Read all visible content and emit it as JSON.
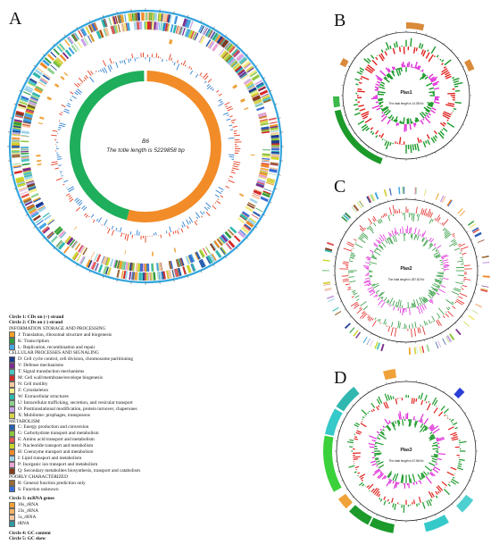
{
  "panels": {
    "A": {
      "letter": "A",
      "name": "B6",
      "length_text": "The totle length is 5229858 bp"
    },
    "B": {
      "letter": "B",
      "name": "Plas1",
      "length_text": "The total length is 14.58 Kb"
    },
    "C": {
      "letter": "C",
      "name": "Plas2",
      "length_text": "The total length is 287.82 Kb"
    },
    "D": {
      "letter": "D",
      "name": "Plas3",
      "length_text": "The total length is 67.86 Kb"
    }
  },
  "legend": {
    "circle1": "Circle 1: CDs on (+) strand",
    "circle2": "Circle 2: CDs on (-) strand",
    "group_info": "INFORMATION STORAGE AND PROCESSING",
    "info_items": [
      {
        "label": "J: Translation, ribosomal structure and biogenesis",
        "color": "#f2a12b"
      },
      {
        "label": "K: Transcription",
        "color": "#2f9c3e"
      },
      {
        "label": "L: Replication, recombination and repair",
        "color": "#45a6e0"
      }
    ],
    "group_cell": "CELLULAR PROCESSES AND SIGNALING",
    "cell_items": [
      {
        "label": "D: Cell cycle control, cell division, chromosome partitioning",
        "color": "#1e3d8f"
      },
      {
        "label": "V: Defense mechanisms",
        "color": "#7b2c8c"
      },
      {
        "label": "T: Signal transduction mechanisms",
        "color": "#4fc4c4"
      },
      {
        "label": "M: Cell wall/membrane/envelope biogenesis",
        "color": "#d42a2a"
      },
      {
        "label": "N: Cell motility",
        "color": "#f6c7a0"
      },
      {
        "label": "Z: Cytoskeleton",
        "color": "#f3ec8a"
      },
      {
        "label": "W: Extracellular structures",
        "color": "#2fb7b0"
      },
      {
        "label": "U: Intracellular trafficking, secretion, and vesicular transport",
        "color": "#8fd18f"
      },
      {
        "label": "O: Posttranslational modification, protein turnover, chaperones",
        "color": "#c8a2e6"
      },
      {
        "label": "X: Mobilome: prophages, transposons",
        "color": "#d9d24a"
      }
    ],
    "group_metab": "METABOLISM",
    "metab_items": [
      {
        "label": "C: Energy production and conversion",
        "color": "#2a5fb0"
      },
      {
        "label": "G: Carbohydrate transport and metabolism",
        "color": "#8ec63f"
      },
      {
        "label": "E: Amino acid transport and metabolism",
        "color": "#e05858"
      },
      {
        "label": "F: Nucleotide transport and metabolism",
        "color": "#c9d72a"
      },
      {
        "label": "H: Coenzyme transport and metabolism",
        "color": "#f08a2a"
      },
      {
        "label": "I: Lipid transport and metabolism",
        "color": "#9fd4ea"
      },
      {
        "label": "P: Inorganic ion transport and metabolism",
        "color": "#e9a6d6"
      },
      {
        "label": "Q: Secondary metabolites biosynthesis, transport and catabolism",
        "color": "#8a3a1c"
      }
    ],
    "group_poor": "POORLY CHARACTERIZED",
    "poor_items": [
      {
        "label": "R: General function prediction only",
        "color": "#9b6b3a"
      },
      {
        "label": "S: Function unknown",
        "color": "#3b6fd6"
      }
    ],
    "circle3": "Circle 3: ncRNA genes",
    "rna_items": [
      {
        "label": "16s_rRNA",
        "color": "#f0a23a"
      },
      {
        "label": "23s_rRNA",
        "color": "#f3b366"
      },
      {
        "label": "5s_rRNA",
        "color": "#f5c6a0"
      },
      {
        "label": "tRNA",
        "color": "#2f9aa0"
      }
    ],
    "circle4": "Circle 4: GC content",
    "circle5": "Circle 5: GC skew"
  },
  "colors": {
    "outer_ring": "#35a6de",
    "gc_plus": "#e63c1e",
    "gc_minus": "#2f7fd0",
    "skew_green": "#1fae5b",
    "skew_orange": "#f28c28",
    "plasmid_green": "#1c9a2a",
    "plasmid_red": "#e0231f",
    "plasmid_magenta": "#e030d8",
    "arrow_orange": "#d98a3a"
  }
}
